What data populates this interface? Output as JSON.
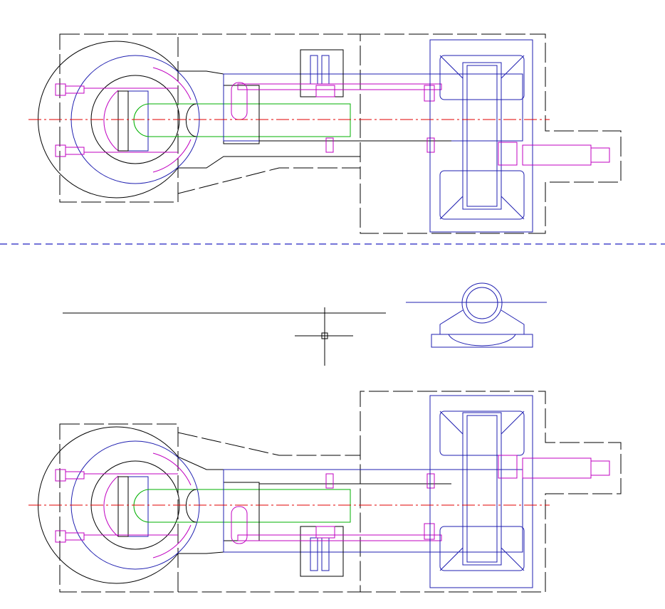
{
  "drawing": {
    "background_color": "#ffffff",
    "colors": {
      "outline": "#000000",
      "hidden_detail": "#1f1fb0",
      "bolts_and_bearings": "#c000c0",
      "piston_rod": "#00b000",
      "centerline": "#e00000",
      "view_separator": "#2020c0"
    },
    "views": [
      "top-view-upper",
      "end-view-pedestal",
      "top-view-lower"
    ],
    "crosshair_cursor": "visible"
  }
}
